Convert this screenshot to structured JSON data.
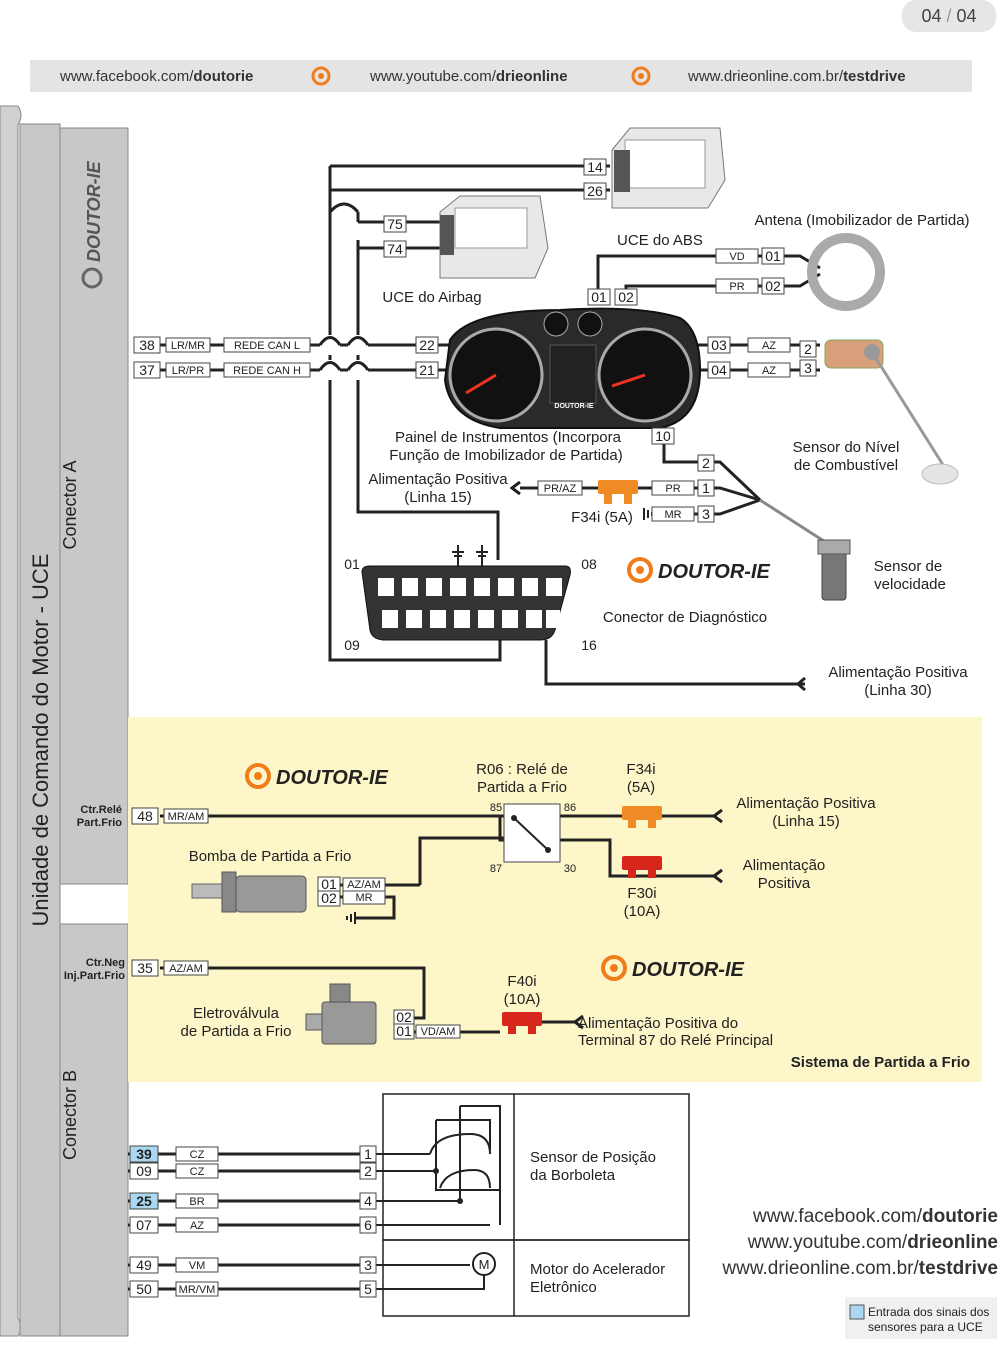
{
  "page": {
    "current": "04",
    "separator": "/",
    "total": "04"
  },
  "header_links": [
    {
      "prefix": "www.facebook.com/",
      "bold": "doutorie"
    },
    {
      "prefix": "www.youtube.com/",
      "bold": "drieonline"
    },
    {
      "prefix": "www.drieonline.com.br/",
      "bold": "testdrive"
    }
  ],
  "uce": {
    "title": "Unidade de Comando do Motor - UCE",
    "connector_a": "Conector A",
    "connector_b": "Conector B",
    "brand": "DOUTOR-IE"
  },
  "brand": "DOUTOR-IE",
  "components": {
    "abs": "UCE do ABS",
    "airbag": "UCE do Airbag",
    "antenna": "Antena (Imobilizador de Partida)",
    "panel": [
      "Painel de Instrumentos (Incorpora",
      "Função de Imobilizador de Partida)"
    ],
    "fuel_sensor": [
      "Sensor do Nível",
      "de Combustível"
    ],
    "speed_sensor": [
      "Sensor de",
      "velocidade"
    ],
    "diag_connector": "Conector de Diagnóstico",
    "pos15": [
      "Alimentação Positiva",
      "(Linha 15)"
    ],
    "pos30": [
      "Alimentação Positiva",
      "(Linha 30)"
    ],
    "fuse_f34_top": "F34i (5A)"
  },
  "pins_top": {
    "p14": "14",
    "p26": "26",
    "p75": "75",
    "p74": "74",
    "p38": "38",
    "p37": "37",
    "p22": "22",
    "p21": "21",
    "p01": "01",
    "p02": "02",
    "p10": "10",
    "p03": "03",
    "p04": "04",
    "a01": "01",
    "a02": "02",
    "f2a": "2",
    "f3": "3",
    "s2": "2",
    "s1": "1",
    "s3": "3",
    "d01": "01",
    "d08": "08",
    "d09": "09",
    "d16": "16"
  },
  "wire_labels_top": {
    "lrmr": "LR/MR",
    "lrpr": "LR/PR",
    "can_l": "REDE CAN L",
    "can_h": "REDE CAN H",
    "vd": "VD",
    "pr": "PR",
    "az1": "AZ",
    "az2": "AZ",
    "praz": "PR/AZ",
    "pr2": "PR",
    "mr": "MR"
  },
  "cold_start": {
    "ctr_rele": [
      "Ctr.Relé",
      "Part.Frio"
    ],
    "ctr_neg": [
      "Ctr.Neg",
      "Inj.Part.Frio"
    ],
    "p48": "48",
    "w48": "MR/AM",
    "p35": "35",
    "w35": "AZ/AM",
    "relay": [
      "R06 : Relé de",
      "Partida a Frio"
    ],
    "r85": "85",
    "r86": "86",
    "r87": "87",
    "r30": "30",
    "f34": [
      "F34i",
      "(5A)"
    ],
    "f30": [
      "F30i",
      "(10A)"
    ],
    "f40": [
      "F40i",
      "(10A)"
    ],
    "pos15": [
      "Alimentação Positiva",
      "(Linha 15)"
    ],
    "pos": [
      "Alimentação",
      "Positiva"
    ],
    "pump": "Bomba de Partida a Frio",
    "b01": "01",
    "b02": "02",
    "wb01": "AZ/AM",
    "wb02": "MR",
    "valve": [
      "Eletroválvula",
      "de Partida a Frio"
    ],
    "v02": "02",
    "v01": "01",
    "wv01": "VD/AM",
    "relay87": [
      "Alimentação Positiva do",
      "Terminal 87 do Relé Principal"
    ],
    "system": "Sistema de Partida a Frio"
  },
  "bottom": {
    "rows": [
      {
        "pin": "39",
        "wire": "CZ",
        "term": "1",
        "highlight": true
      },
      {
        "pin": "09",
        "wire": "CZ",
        "term": "2",
        "highlight": false
      },
      {
        "pin": "25",
        "wire": "BR",
        "term": "4",
        "highlight": true
      },
      {
        "pin": "07",
        "wire": "AZ",
        "term": "6",
        "highlight": false
      },
      {
        "pin": "49",
        "wire": "VM",
        "term": "3",
        "highlight": false
      },
      {
        "pin": "50",
        "wire": "MR/VM",
        "term": "5",
        "highlight": false
      }
    ],
    "tps": [
      "Sensor de Posição",
      "da Borboleta"
    ],
    "motor": [
      "Motor do Acelerador",
      "Eletrônico"
    ],
    "motor_symbol": "M",
    "legend": [
      "Entrada dos sinais dos",
      "sensores para a UCE"
    ]
  },
  "colors": {
    "accent": "#f07d1a",
    "highlight_pin": "#a9d8f0",
    "yellow_area": "#fdf6c9",
    "uce_gray": "#c8c8c8",
    "fuse_orange": "#f08a24",
    "fuse_red": "#d9261c"
  }
}
